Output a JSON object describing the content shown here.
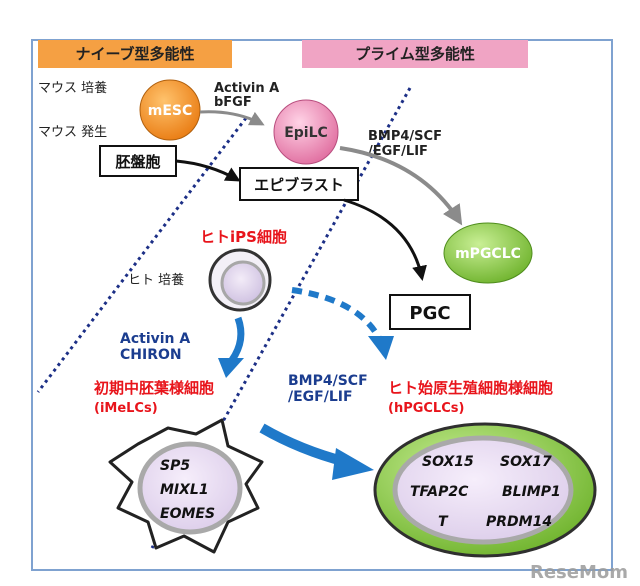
{
  "header": {
    "naive": "ナイーブ型多能性",
    "primed": "プライム型多能性"
  },
  "labels": {
    "mouse_culture": "マウス 培養",
    "mouse_development": "マウス 発生",
    "activin_bfgf": [
      "Activin A",
      "bFGF"
    ],
    "bmp_top": [
      "BMP4/SCF",
      "/EGF/LIF"
    ],
    "human_ips": "ヒトiPS細胞",
    "human_culture": "ヒト 培養",
    "activin_chiron": [
      "Activin A",
      "CHIRON"
    ],
    "bmp_mid": [
      "BMP4/SCF",
      "/EGF/LIF"
    ],
    "imelc_ja": "初期中胚葉様細胞",
    "imelc_en": "(iMeLCs)",
    "hpgclc_ja": "ヒト始原生殖細胞様細胞",
    "hpgclc_en": "(hPGCLCs)"
  },
  "nodes": {
    "mesc": "mESC",
    "epilc": "EpiLC",
    "mpgclc": "mPGCLC",
    "blastocyst": "胚盤胞",
    "epiblast": "エピブラスト",
    "pgc": "PGC"
  },
  "genes": {
    "imelc": [
      "SP5",
      "MIXL1",
      "EOMES"
    ],
    "hpgclc": [
      "SOX15",
      "SOX17",
      "TFAP2C",
      "BLIMP1",
      "T",
      "PRDM14"
    ]
  },
  "watermark": "ReseMom",
  "colors": {
    "naive_header": "#f5a043",
    "primed_header": "#f0a4c4",
    "frame": "#7fa2d0",
    "divider": "#1c2f86",
    "arrow_blue": "#1f79c9",
    "arrow_gray": "#8b8b8b",
    "label_red": "#e8141b",
    "label_blue": "#1b3d8f",
    "mesc_fill": "#ee8a1d",
    "epilc_fill": "#e985ae",
    "green_fill": "#8cc849"
  }
}
